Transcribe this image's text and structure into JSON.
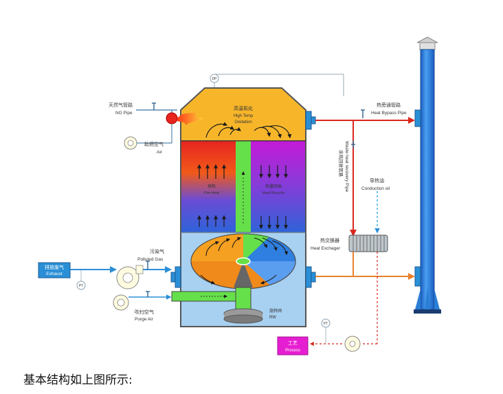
{
  "labels": {
    "ng_pipe_cn": "天然气管路",
    "ng_pipe_en": "NG Pipe",
    "comb_air_cn": "助燃空气",
    "comb_air_en": "Air",
    "oxidation_cn": "高温氧化",
    "oxidation_en1": "High Temp",
    "oxidation_en2": "Oxidation",
    "preheat_cn": "预热",
    "preheat_en": "Pre-Heat",
    "heat_recycle_cn": "热量回收",
    "heat_recycle_en": "Heat Recycle",
    "bypass_cn": "热旁通管路",
    "bypass_en": "Heat Bypass Pipe",
    "waste_heat_cn": "余热回收管路",
    "waste_heat_en": "Waste heat recovery Pipe",
    "conduction_oil_cn": "导热油",
    "conduction_oil_en": "Conduction oil",
    "heat_exchanger_cn": "热交换器",
    "heat_exchanger_en": "Heat Exchager",
    "polluted_gas_cn": "污染气",
    "polluted_gas_en": "Polluted Gas",
    "exhaust_cn": "排放废气",
    "exhaust_en": "Exhaust",
    "purge_air_cn": "吹扫空气",
    "purge_air_en": "Purge Air",
    "rw_cn": "旋转阀",
    "rw_en": "RW",
    "process_cn": "工艺",
    "process_en": "Process",
    "dp": "DP",
    "pt": "PT"
  },
  "caption": "基本结构如上图所示:",
  "colors": {
    "vessel_outline": "#555555",
    "top_chamber": "#f7b62a",
    "lower_chamber": "#a8d0f0",
    "green_channel": "#66e04a",
    "stack": "#1f6fd1",
    "hot_line": "#d9261c",
    "warm_line": "#e8812c",
    "inlet_line": "#2a8fd6",
    "process_box": "#e61ed1"
  }
}
